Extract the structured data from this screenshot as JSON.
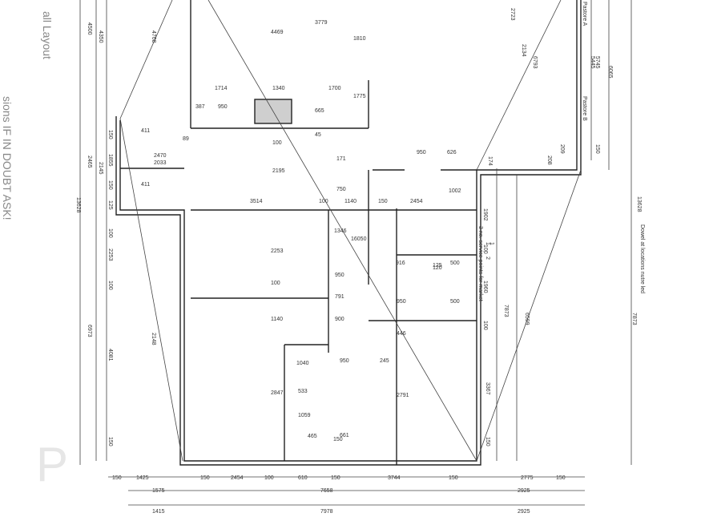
{
  "side_notes": {
    "layout": "all Layout",
    "doubt": "sions IF IN DOUBT ASK!"
  },
  "watermark": "P",
  "room_labels": {
    "a": "Pastore A",
    "b": "Pastore B",
    "services": "3 no. service\npoints for\nmarket",
    "dowel": "Dowel at locations nutre led"
  },
  "dims": {
    "bottom_row1": [
      "150",
      "1425",
      "150",
      "2454",
      "100",
      "610",
      "150",
      "3744",
      "150",
      "2775",
      "150"
    ],
    "bottom_row2": [
      "1575",
      "7658",
      "2925"
    ],
    "bottom_row3": [
      "1415",
      "7978",
      "2925"
    ],
    "left_col": [
      "4500",
      "4350",
      "4768",
      "150",
      "1855",
      "2145",
      "2465",
      "150",
      "125",
      "100",
      "2253",
      "100",
      "6973",
      "4081",
      "2148",
      "150",
      "13628"
    ],
    "top_interior": [
      "4469",
      "3779",
      "1810",
      "1775",
      "1714",
      "1340",
      "1700",
      "387",
      "950",
      "665",
      "45",
      "100",
      "2195",
      "89"
    ],
    "mid_interior": [
      "3514",
      "100",
      "750",
      "1140",
      "150",
      "2454",
      "1002",
      "950",
      "626",
      "171",
      "411",
      "411",
      "2470",
      "2033",
      "1346",
      "16050"
    ],
    "lower_interior": [
      "2253",
      "100",
      "791",
      "1140",
      "950",
      "900",
      "950",
      "245",
      "2847",
      "1040",
      "2791",
      "533",
      "1059",
      "465",
      "661",
      "150",
      "916",
      "125",
      "500",
      "500",
      "120",
      "446",
      "950"
    ],
    "right_col": [
      "2723",
      "2134",
      "6065",
      "5745",
      "5445",
      "6793",
      "150",
      "209",
      "208",
      "174",
      "1902",
      "1960",
      "7873",
      "3367",
      "150",
      "7873",
      "13628",
      "6599",
      "100",
      "100",
      "1",
      "2",
      "1"
    ]
  }
}
